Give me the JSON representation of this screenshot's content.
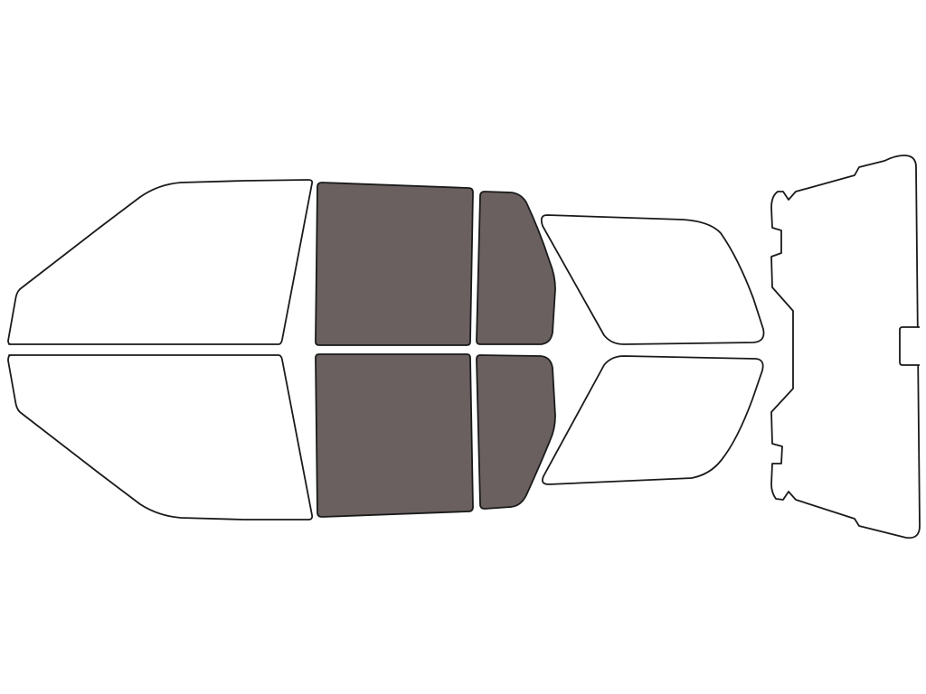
{
  "colors": {
    "background": "#ffffff",
    "outline": "#1a1a1a",
    "tinted": "#6b6060",
    "untinted": "#ffffff"
  },
  "windows": [
    {
      "name": "windshield-upper-half",
      "tinted": false
    },
    {
      "name": "windshield-lower-half",
      "tinted": false
    },
    {
      "name": "front-door-window-upper",
      "tinted": true
    },
    {
      "name": "front-door-window-lower",
      "tinted": true
    },
    {
      "name": "rear-door-window-upper",
      "tinted": true
    },
    {
      "name": "rear-door-window-lower",
      "tinted": true
    },
    {
      "name": "quarter-window-upper",
      "tinted": false
    },
    {
      "name": "quarter-window-lower",
      "tinted": false
    },
    {
      "name": "rear-window",
      "tinted": false
    }
  ]
}
